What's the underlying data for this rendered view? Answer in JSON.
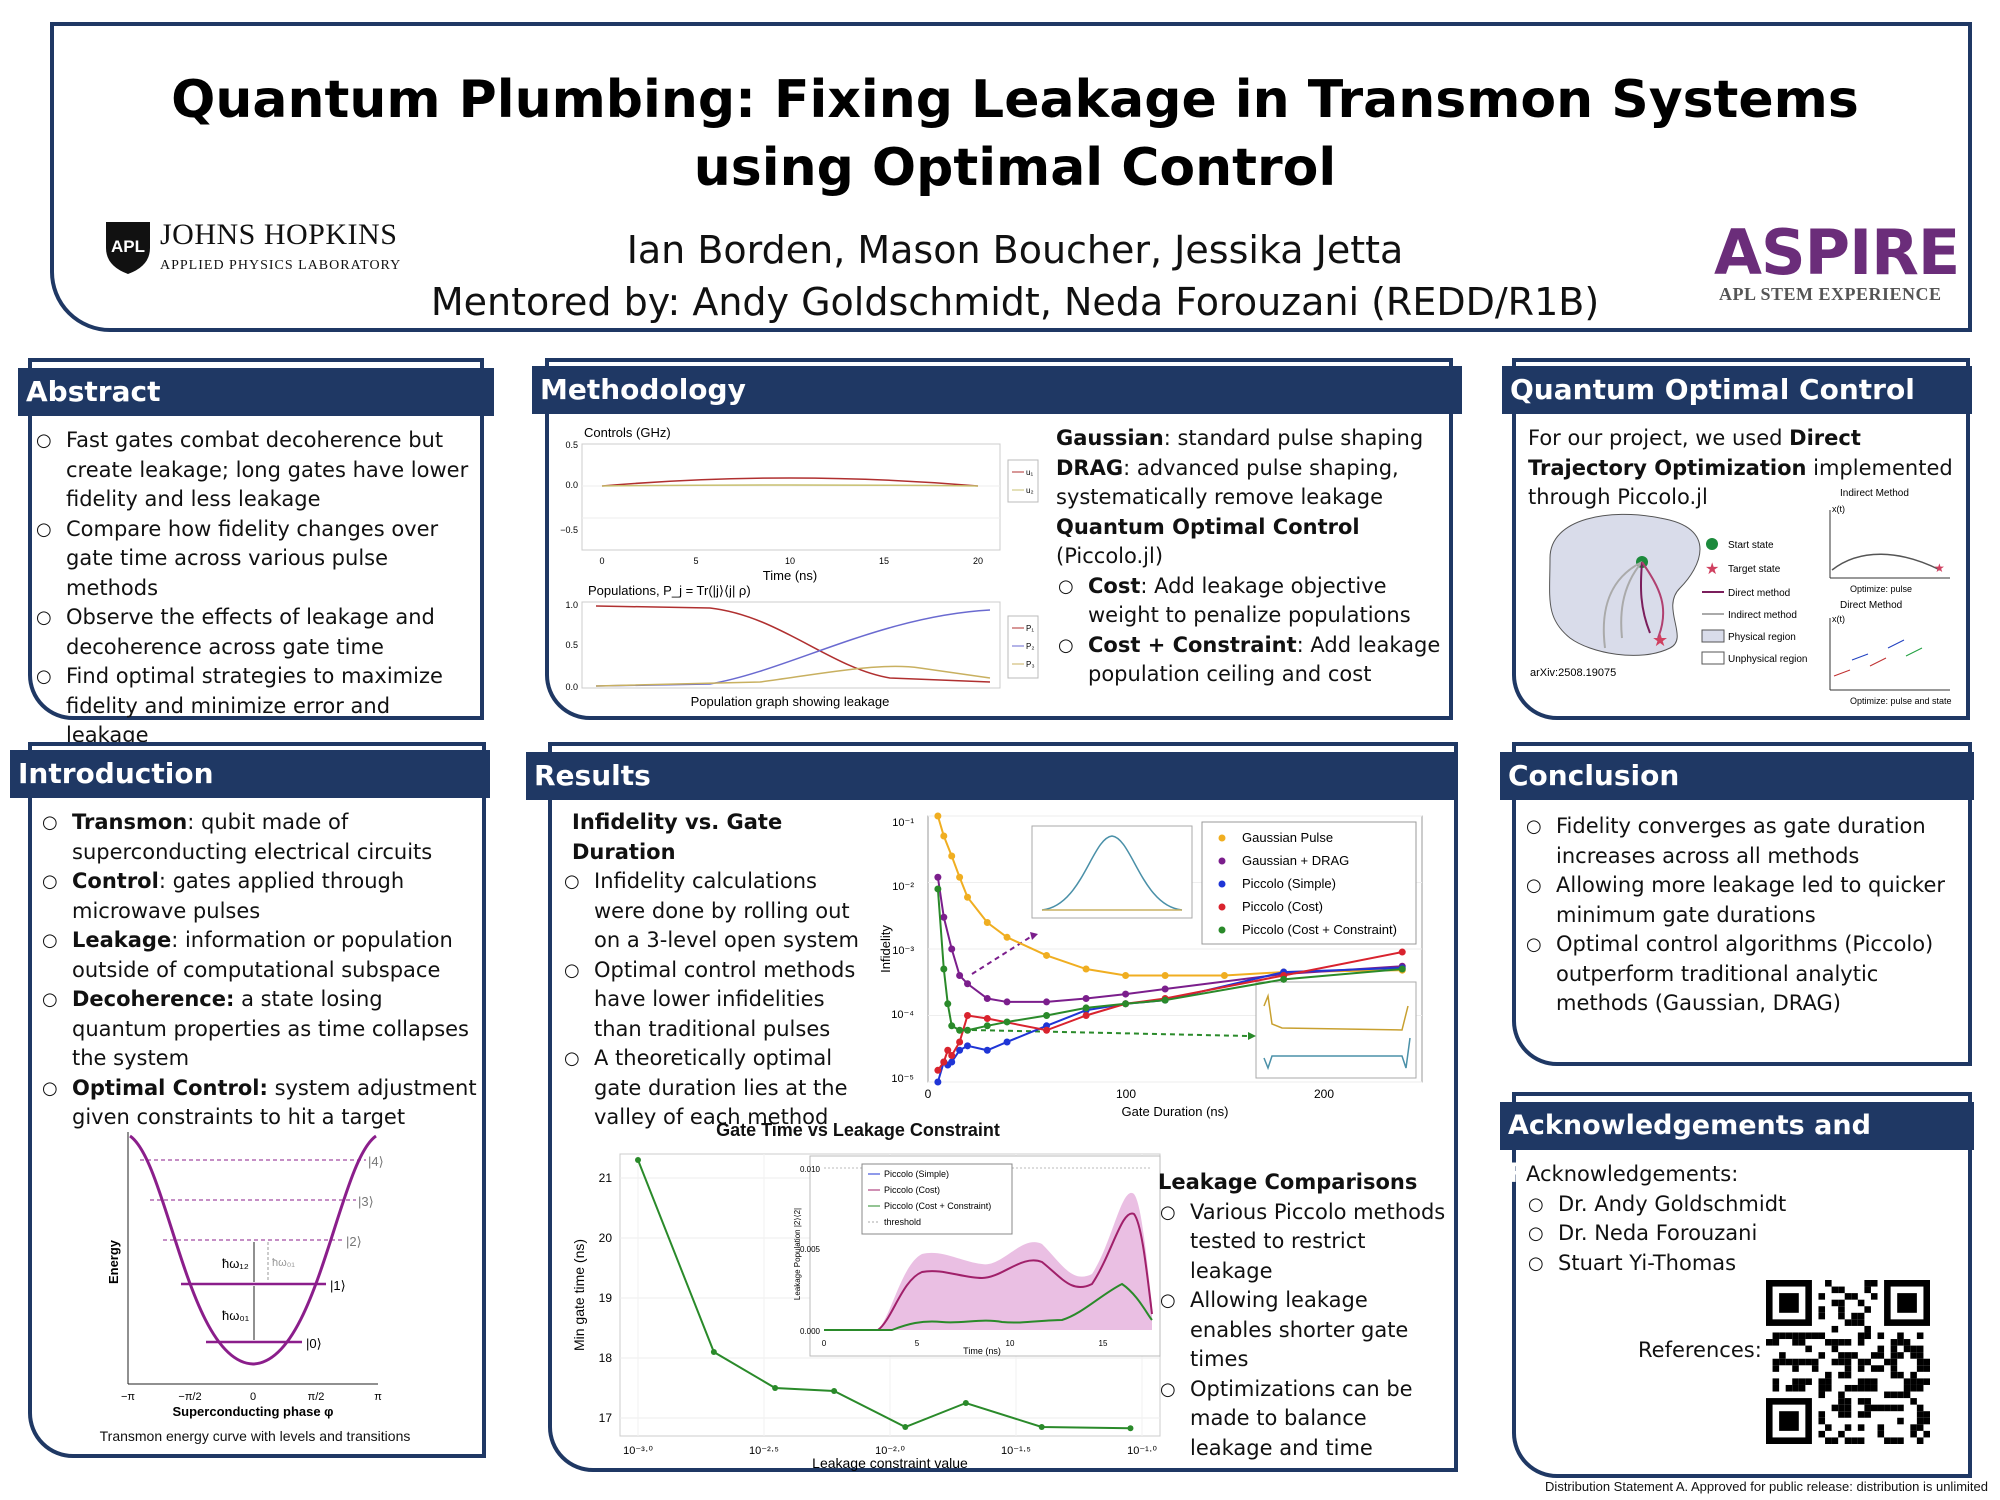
{
  "header": {
    "title_line1": "Quantum Plumbing: Fixing Leakage in Transmon Systems",
    "title_line2": "using Optimal Control",
    "authors": "Ian Borden, Mason Boucher, Jessika Jetta",
    "mentors": "Mentored by: Andy Goldschmidt, Neda Forouzani (REDD/R1B)",
    "jhu_mark": "APL",
    "jhu_name": "JOHNS HOPKINS",
    "jhu_sub": "APPLIED PHYSICS LABORATORY",
    "aspire_word": "ASPIRE",
    "aspire_sub": "APL STEM EXPERIENCE"
  },
  "abstract": {
    "heading": "Abstract",
    "items": [
      "Fast gates combat decoherence but create leakage; long gates have lower fidelity and less leakage",
      "Compare how fidelity changes over gate time across various pulse methods",
      "Observe the effects of leakage and decoherence across gate time",
      "Find optimal strategies to maximize fidelity and minimize error and leakage"
    ]
  },
  "methodology": {
    "heading": "Methodology",
    "controls_label": "Controls (GHz)",
    "controls_xlabel": "Time (ns)",
    "controls_legend": [
      "u₁",
      "u₂"
    ],
    "pop_label": "Populations, P_j = Tr(|j⟩⟨j| ρ)",
    "pop_legend": [
      "P₁",
      "P₂",
      "P₃"
    ],
    "pop_caption": "Population graph showing leakage",
    "gaussian_b": "Gaussian",
    "gaussian_t": ": standard pulse shaping",
    "drag_b": "DRAG",
    "drag_t": ": advanced pulse shaping, systematically remove leakage",
    "qoc_b": "Quantum Optimal Control",
    "qoc_t": " (Piccolo.jl)",
    "cost_b": "Cost",
    "cost_t": ": Add leakage objective weight to penalize populations",
    "cc_b": "Cost + Constraint",
    "cc_t": ": Add leakage population ceiling and cost"
  },
  "qoc": {
    "heading": "Quantum Optimal Control",
    "text_pre": "For our project, we used ",
    "text_b": "Direct Trajectory Optimization",
    "text_post": " implemented through Piccolo.jl",
    "legend": [
      "Start state",
      "Target state",
      "Direct method",
      "Indirect method",
      "Physical region",
      "Unphysical region"
    ],
    "arxiv": "arXiv:2508.19075",
    "indirect_title": "Indirect Method",
    "indirect_caption": "Optimize: pulse",
    "direct_title": "Direct Method",
    "direct_caption": "Optimize: pulse and state",
    "x_of_t": "x(t)"
  },
  "introduction": {
    "heading": "Introduction",
    "items": [
      {
        "b": "Transmon",
        "t": ": qubit made of superconducting electrical circuits"
      },
      {
        "b": "Control",
        "t": ": gates applied through microwave pulses"
      },
      {
        "b": "Leakage",
        "t": ": information or population outside of computational subspace"
      },
      {
        "b": "Decoherence:",
        "t": " a state losing quantum properties as time collapses the system"
      },
      {
        "b": "Optimal Control:",
        "t": " system adjustment given constraints to hit a target"
      }
    ],
    "energy_ylabel": "Energy",
    "energy_xlabel": "Superconducting phase φ",
    "levels": [
      "|0⟩",
      "|1⟩",
      "|2⟩",
      "|3⟩",
      "|4⟩"
    ],
    "transitions": [
      "ħω₁₂",
      "ħω₀₁",
      "ħω₀₁"
    ],
    "x_ticks": [
      "−π",
      "−π/2",
      "0",
      "π/2",
      "π"
    ],
    "caption": "Transmon energy curve with levels and transitions"
  },
  "results": {
    "heading": "Results",
    "infid_heading": "Infidelity vs. Gate Duration",
    "infid_items": [
      "Infidelity calculations were done by rolling out on a 3-level open system",
      "Optimal control methods have lower infidelities than traditional pulses",
      "A theoretically optimal gate duration lies at the valley of each method"
    ],
    "leak_heading": "Leakage Comparisons",
    "leak_items": [
      "Various Piccolo methods tested to restrict leakage",
      "Allowing leakage enables shorter gate times",
      "Optimizations can be made to balance leakage and time"
    ],
    "inset_legend": [
      "Piccolo (Simple)",
      "Piccolo (Cost)",
      "Piccolo (Cost + Constraint)",
      "threshold"
    ],
    "inset_ylabel": "Leakage Population |2⟩⟨2|",
    "inset_xlabel": "Time (ns)",
    "inset_yticks": [
      "0.010",
      "0.005",
      "0.000"
    ],
    "inset_xticks": [
      "0",
      "5",
      "10",
      "15"
    ]
  },
  "conclusion": {
    "heading": "Conclusion",
    "items": [
      "Fidelity converges as gate duration increases across all methods",
      "Allowing more leakage led to quicker minimum gate durations",
      "Optimal control algorithms (Piccolo) outperform traditional analytic methods (Gaussian, DRAG)"
    ]
  },
  "ack": {
    "heading": "Acknowledgements and References",
    "ack_label": "Acknowledgements:",
    "people": [
      "Dr. Andy Goldschmidt",
      "Dr. Neda Forouzani",
      "Stuart Yi-Thomas"
    ],
    "refs_label": "References:"
  },
  "footer": "Distribution Statement A. Approved for public release: distribution is unlimited",
  "colors": {
    "navy": "#1f3864",
    "gaussian": "#f0ae21",
    "drag": "#7b1e8c",
    "simple": "#1f35d6",
    "cost": "#d9232e",
    "constraint": "#2a8a2a",
    "aspire": "#6b2d7a"
  },
  "chart_data": [
    {
      "type": "line",
      "title": "",
      "xlabel": "Gate Duration (ns)",
      "ylabel": "Infidelity",
      "yscale": "log",
      "ylim": [
        1e-05,
        0.1
      ],
      "xlim": [
        0,
        250
      ],
      "x_ticks": [
        "0",
        "100",
        "200"
      ],
      "y_ticks": [
        "10⁻¹",
        "10⁻²",
        "10⁻³",
        "10⁻⁴",
        "10⁻⁵"
      ],
      "legend": "top-right",
      "series": [
        {
          "name": "Gaussian Pulse",
          "color": "#f0ae21",
          "x": [
            5,
            8,
            12,
            16,
            20,
            30,
            40,
            60,
            80,
            100,
            120,
            150,
            180,
            240
          ],
          "y": [
            0.1,
            0.05,
            0.025,
            0.012,
            0.006,
            0.0025,
            0.0015,
            0.0008,
            0.0005,
            0.0004,
            0.0004,
            0.0004,
            0.00045,
            0.00048
          ]
        },
        {
          "name": "Gaussian + DRAG",
          "color": "#7b1e8c",
          "x": [
            5,
            8,
            12,
            16,
            20,
            30,
            40,
            60,
            80,
            100,
            120,
            180,
            240
          ],
          "y": [
            0.012,
            0.003,
            0.001,
            0.0004,
            0.0003,
            0.00018,
            0.00016,
            0.00016,
            0.00018,
            0.00021,
            0.00025,
            0.00042,
            0.00055
          ]
        },
        {
          "name": "Piccolo (Simple)",
          "color": "#1f35d6",
          "x": [
            5,
            8,
            10,
            12,
            16,
            20,
            30,
            40,
            60,
            80,
            100,
            120,
            180,
            240
          ],
          "y": [
            1e-05,
            2e-05,
            1.8e-05,
            2e-05,
            3e-05,
            3.5e-05,
            3e-05,
            4e-05,
            7e-05,
            0.00012,
            0.00015,
            0.00017,
            0.00045,
            0.00052
          ]
        },
        {
          "name": "Piccolo (Cost)",
          "color": "#d9232e",
          "x": [
            5,
            8,
            10,
            12,
            16,
            20,
            30,
            60,
            80,
            100,
            120,
            180,
            240
          ],
          "y": [
            1.5e-05,
            2e-05,
            3e-05,
            2.5e-05,
            4e-05,
            0.0001,
            9e-05,
            6e-05,
            0.0001,
            0.00015,
            0.00018,
            0.0004,
            0.0009
          ]
        },
        {
          "name": "Piccolo (Cost + Constraint)",
          "color": "#2a8a2a",
          "x": [
            5,
            8,
            10,
            12,
            16,
            20,
            30,
            40,
            60,
            80,
            100,
            120,
            180,
            240
          ],
          "y": [
            0.008,
            0.0005,
            0.00015,
            7e-05,
            6e-05,
            6e-05,
            7e-05,
            8e-05,
            0.0001,
            0.00013,
            0.00015,
            0.00017,
            0.00035,
            0.0005
          ]
        }
      ]
    },
    {
      "type": "line",
      "title": "Gate Time vs Leakage Constraint",
      "xlabel": "Leakage constraint value",
      "ylabel": "Min gate time (ns)",
      "xscale": "log",
      "xlim": [
        0.001,
        0.1
      ],
      "ylim": [
        16.7,
        21.4
      ],
      "x_ticks": [
        "10⁻³·⁰",
        "10⁻²·⁵",
        "10⁻²·⁰",
        "10⁻¹·⁵",
        "10⁻¹·⁰"
      ],
      "y_ticks": [
        "21",
        "20",
        "19",
        "18",
        "17"
      ],
      "series": [
        {
          "name": "",
          "color": "#2a8a2a",
          "x": [
            0.001,
            0.002,
            0.0035,
            0.006,
            0.0115,
            0.02,
            0.04,
            0.09
          ],
          "y": [
            21.3,
            18.1,
            17.5,
            17.45,
            16.85,
            17.25,
            16.85,
            16.83
          ]
        }
      ]
    }
  ]
}
